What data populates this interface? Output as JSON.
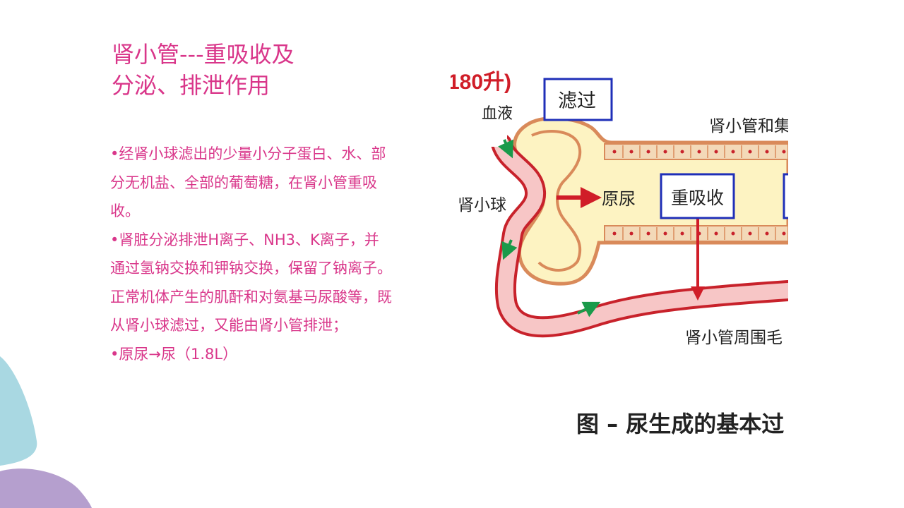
{
  "slide": {
    "title_line1": "肾小管---重吸收及",
    "title_line2": "分泌、排泄作用",
    "paragraphs": [
      "•经肾小球滤出的少量小分子蛋白、水、部分无机盐、全部的葡萄糖，在肾小管重吸收。",
      "•肾脏分泌排泄H离子、NH3、K离子，并通过氢钠交换和钾钠交换，保留了钠离子。正常机体产生的肌酐和对氨基马尿酸等，既从肾小球滤过，又能由肾小管排泄；",
      "•原尿→尿（1.8L）"
    ]
  },
  "figure": {
    "labels": {
      "volume": "180升)",
      "filtration": "滤过",
      "blood": "血液",
      "tubule_top": "肾小管和集",
      "glomerulus": "肾小球",
      "primary_urine": "原尿",
      "reabsorption": "重吸收",
      "capillary": "肾小管周围毛",
      "caption": "图 – 尿生成的基本过"
    },
    "colors": {
      "title_pink": "#d9368a",
      "tubule_fill": "#fdf3c2",
      "tubule_border": "#d98a5a",
      "vessel_fill": "#f7c6c6",
      "vessel_border": "#c8222b",
      "arrow_red": "#d01d28",
      "box_blue": "#1f2fb8",
      "flow_green": "#1a9a4a"
    }
  }
}
